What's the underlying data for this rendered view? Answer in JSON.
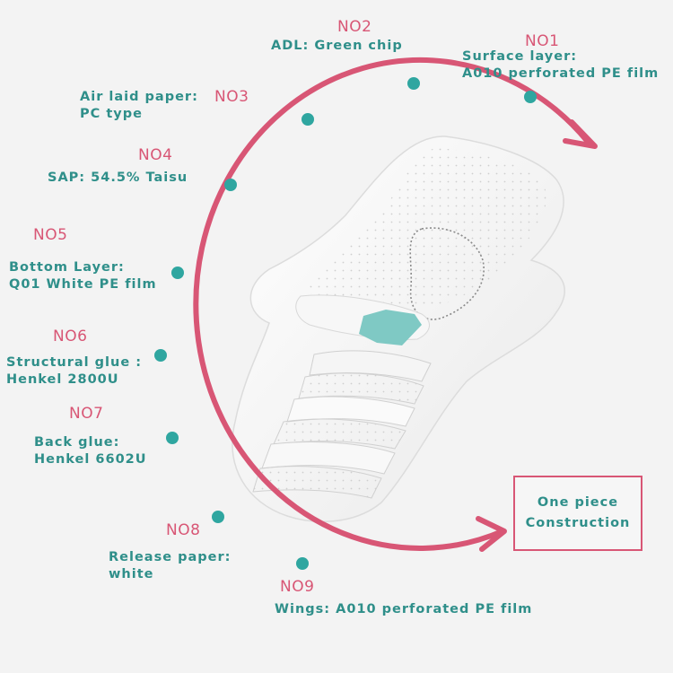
{
  "colors": {
    "arc": "#d85675",
    "dot": "#2fa6a0",
    "text": "#2f8f8a",
    "number": "#d85675",
    "background": "#f3f3f3"
  },
  "layers": [
    {
      "number": "NO1",
      "lines": [
        "Surface layer:",
        "A010 perforated PE film"
      ]
    },
    {
      "number": "NO2",
      "lines": [
        "ADL: Green chip"
      ]
    },
    {
      "number": "NO3",
      "lines": [
        "Air laid paper:",
        "PC type"
      ]
    },
    {
      "number": "NO4",
      "lines": [
        "SAP:  54.5% Taisu"
      ]
    },
    {
      "number": "NO5",
      "lines": [
        "Bottom Layer:",
        "Q01 White PE film"
      ]
    },
    {
      "number": "NO6",
      "lines": [
        "Structural glue :",
        "Henkel 2800U"
      ]
    },
    {
      "number": "NO7",
      "lines": [
        "Back glue:",
        "Henkel 6602U"
      ]
    },
    {
      "number": "NO8",
      "lines": [
        "Release paper:",
        "white"
      ]
    },
    {
      "number": "NO9",
      "lines": [
        "Wings: A010 perforated PE film"
      ]
    }
  ],
  "construction": {
    "line1": "One piece",
    "line2": "Construction"
  }
}
